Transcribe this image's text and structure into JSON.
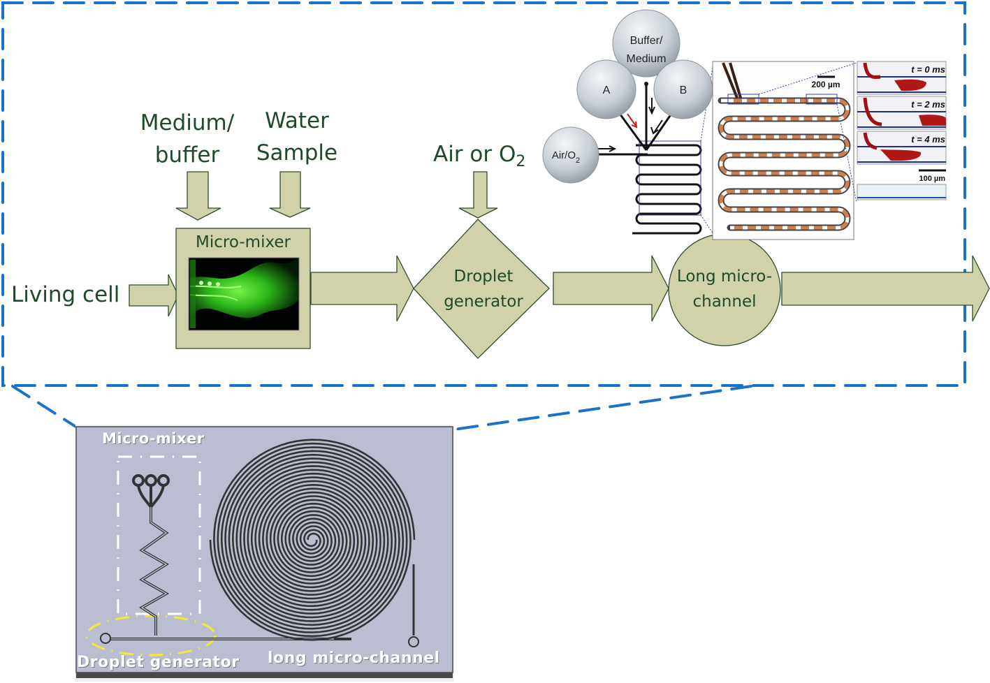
{
  "flow": {
    "input_living_cell": "Living cell",
    "input_medium": [
      "Medium/",
      "buffer"
    ],
    "input_water": [
      "Water",
      "Sample"
    ],
    "input_air": "Air or O",
    "input_air_subscript": "2",
    "micro_mixer_label": "Micro-mixer",
    "droplet_generator_label": [
      "Droplet",
      "generator"
    ],
    "long_channel_label": [
      "Long micro-",
      "channel"
    ]
  },
  "inset_diagram": {
    "reservoir_buffer": [
      "Buffer/",
      "Medium"
    ],
    "reservoir_a": "A",
    "reservoir_b": "B",
    "reservoir_air": "Air/O",
    "reservoir_air_subscript": "2",
    "scale_bar_large": "200 µm",
    "scale_bar_small": "100 µm",
    "time_frames": [
      "t = 0 ms",
      "t = 2 ms",
      "t = 4 ms"
    ]
  },
  "chip": {
    "micro_mixer_label": "Micro-mixer",
    "droplet_generator_label": "Droplet generator",
    "long_channel_label": "long micro-channel"
  },
  "colors": {
    "shape_fill": "#d1d1aa",
    "shape_stroke": "#2e4d2a",
    "text_green": "#1f4a2a",
    "dash_blue": "#1a73c8",
    "chip_bg": "#bbbed0",
    "highlight_yellow": "#f5e833"
  }
}
